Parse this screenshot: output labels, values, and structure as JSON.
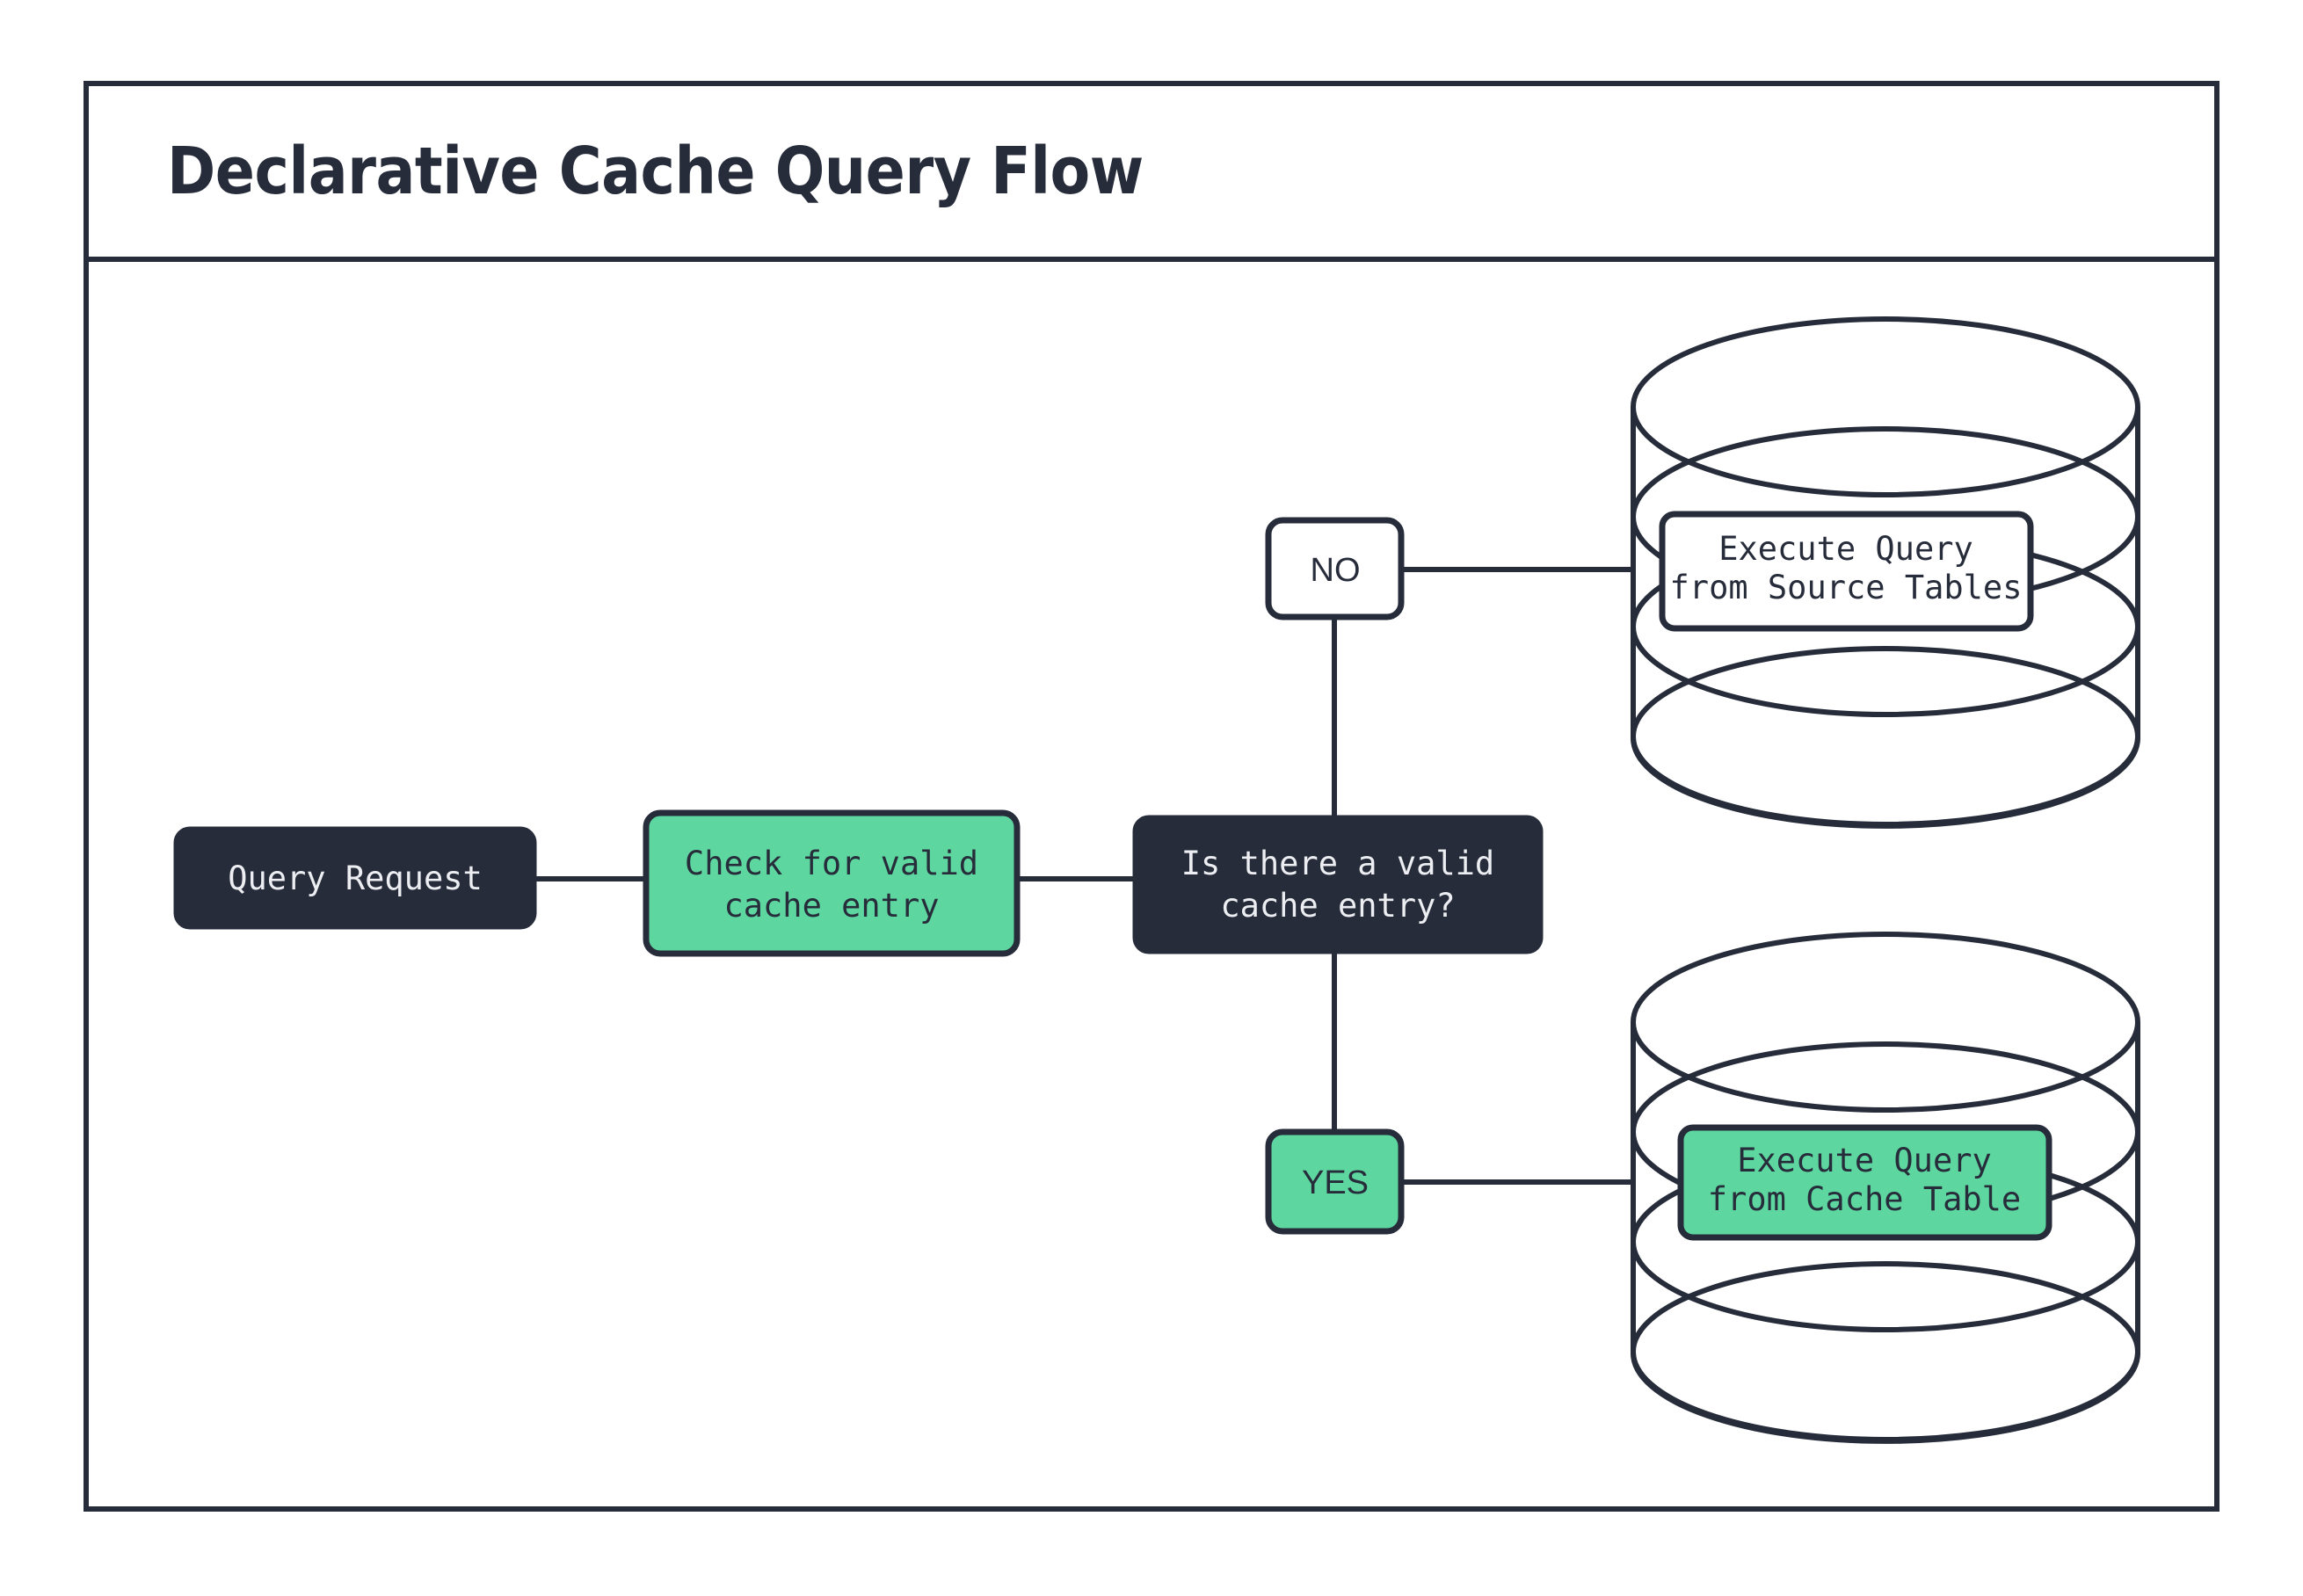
{
  "page": {
    "background": "#ffffff",
    "accent_green": "#5ed6a0",
    "ink_dark": "#272c3b",
    "text_light": "#eceef2"
  },
  "header": {
    "title": "Declarative Cache Query Flow"
  },
  "flow": {
    "nodes": {
      "query_request": {
        "label": "Query Request",
        "style": "dark"
      },
      "check_cache": {
        "line1": "Check for valid",
        "line2": "cache entry",
        "style": "green"
      },
      "decision": {
        "line1": "Is there a valid",
        "line2": "cache entry?",
        "style": "dark"
      },
      "source_tables": {
        "line1": "Execute Query",
        "line2": "from Source Tables",
        "style": "white",
        "container": "database-cylinder"
      },
      "cache_table": {
        "line1": "Execute Query",
        "line2": "from Cache Table",
        "style": "green",
        "container": "database-cylinder"
      }
    },
    "branches": {
      "no": {
        "label": "NO",
        "style": "white"
      },
      "yes": {
        "label": "YES",
        "style": "green"
      }
    }
  }
}
